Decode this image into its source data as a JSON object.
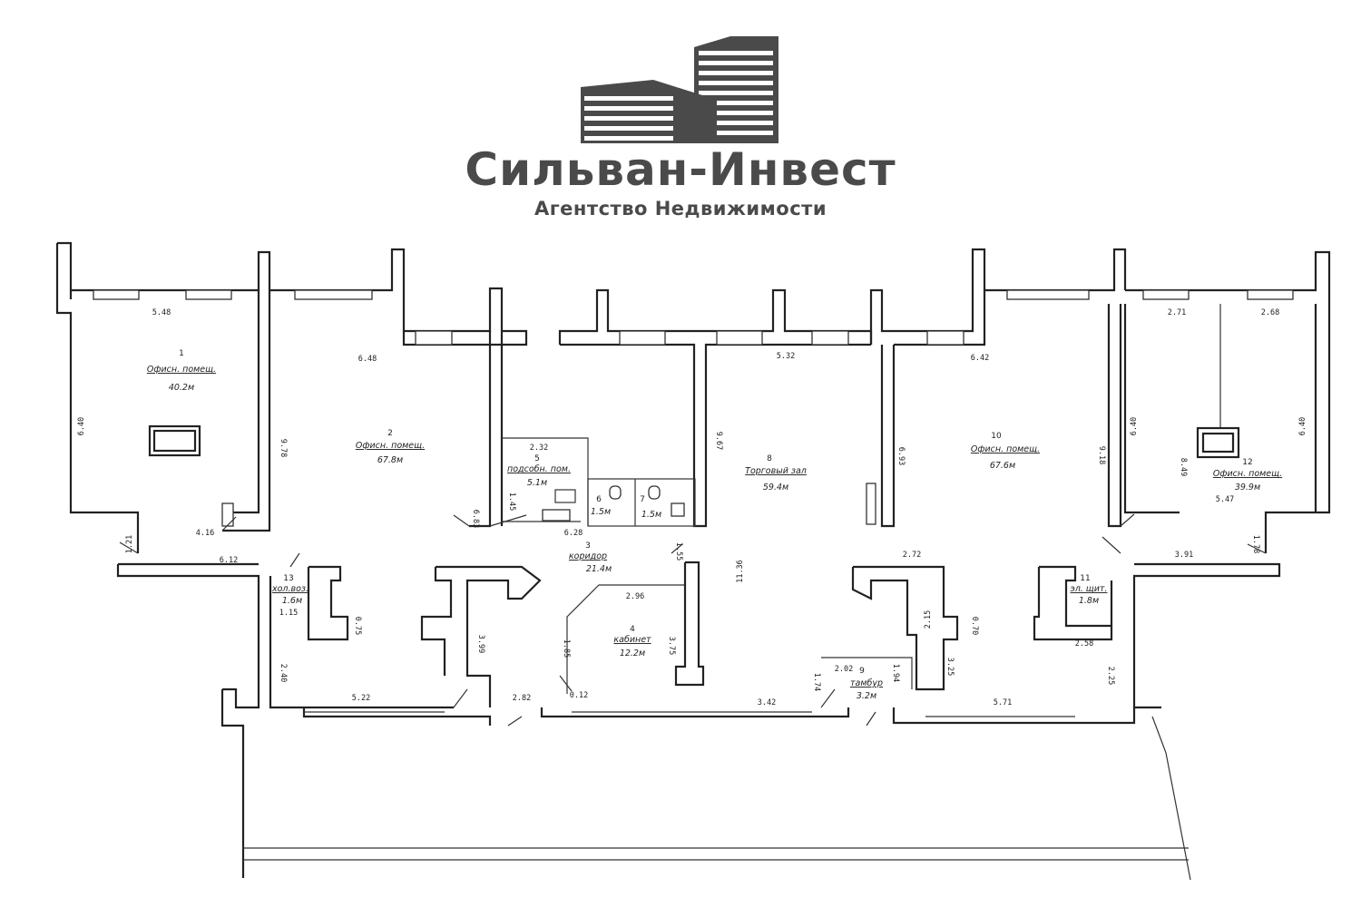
{
  "brand": {
    "name": "Сильван-Инвест",
    "tagline": "Агентство Недвижимости",
    "logo_icon": "building-logo-icon"
  },
  "rooms": [
    {
      "id": "r1",
      "number": "1",
      "name": "Офисн. помещ.",
      "area": "40.2м"
    },
    {
      "id": "r2",
      "number": "2",
      "name": "Офисн. помещ.",
      "area": "67.8м"
    },
    {
      "id": "r3",
      "number": "3",
      "name": "коридор",
      "area": "21.4м"
    },
    {
      "id": "r4",
      "number": "4",
      "name": "кабинет",
      "area": "12.2м"
    },
    {
      "id": "r5",
      "number": "5",
      "name": "подсобн. пом.",
      "area": "5.1м"
    },
    {
      "id": "r6",
      "number": "6",
      "name": "",
      "area": "1.5м"
    },
    {
      "id": "r7",
      "number": "7",
      "name": "",
      "area": "1.5м"
    },
    {
      "id": "r8",
      "number": "8",
      "name": "Торговый зал",
      "area": "59.4м"
    },
    {
      "id": "r9",
      "number": "9",
      "name": "тамбур",
      "area": "3.2м"
    },
    {
      "id": "r10",
      "number": "10",
      "name": "Офисн. помещ.",
      "area": "67.6м"
    },
    {
      "id": "r11",
      "number": "11",
      "name": "эл. щит.",
      "area": "1.8м"
    },
    {
      "id": "r12",
      "number": "12",
      "name": "Офисн. помещ.",
      "area": "39.9м"
    },
    {
      "id": "r13",
      "number": "13",
      "name": "хол.воз.",
      "area": "1.6м"
    }
  ],
  "dims": {
    "d548": "5.48",
    "d640a": "6.40",
    "d416": "4.16",
    "d121": "1.21",
    "d648": "6.48",
    "d612": "6.12",
    "d978": "9.78",
    "d232": "2.32",
    "d145": "1.45",
    "d683": "6.83",
    "d628": "6.28",
    "d532": "5.32",
    "d967": "9.67",
    "d1136": "11.36",
    "d642": "6.42",
    "d693": "6.93",
    "d918": "9.18",
    "d271": "2.71",
    "d268": "2.68",
    "d640b": "6.40",
    "d640c": "6.40",
    "d849": "8.49",
    "d547": "5.47",
    "d178": "1.78",
    "d391": "3.91",
    "d272": "2.72",
    "d115": "1.15",
    "d075": "0.75",
    "d399": "3.99",
    "d296": "2.96",
    "d185": "1.85",
    "d375": "3.75",
    "d155": "1.55",
    "d522": "5.22",
    "d282": "2.82",
    "d012": "0.12",
    "d342": "3.42",
    "d174": "1.74",
    "d202": "2.02",
    "d194": "1.94",
    "d215": "2.15",
    "d325": "3.25",
    "d070": "0.70",
    "d571": "5.71",
    "d258": "2.58",
    "d225": "2.25",
    "d240": "2.40"
  }
}
